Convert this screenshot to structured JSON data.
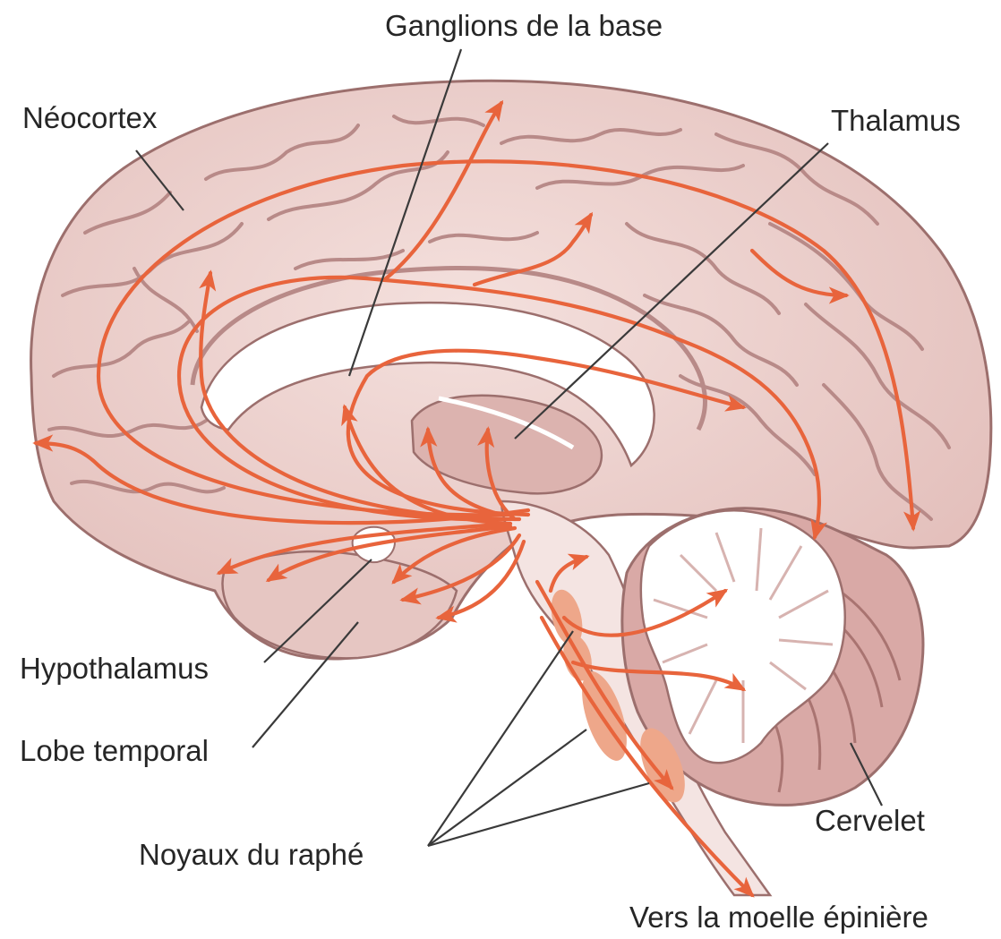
{
  "labels": {
    "basal_ganglia": "Ganglions de la base",
    "neocortex": "Néocortex",
    "thalamus": "Thalamus",
    "hypothalamus": "Hypothalamus",
    "temporal_lobe": "Lobe temporal",
    "cerebellum": "Cervelet",
    "raphe_nuclei": "Noyaux du raphé",
    "spinal_cord": "Vers la moelle épinière"
  },
  "colors": {
    "brain_fill": "#edd3d0",
    "brain_outline": "#9c6f6d",
    "gyri": "#b88a88",
    "white_matter": "#ffffff",
    "projection_arrows": "#e8643c",
    "raphe_nuclei": "#eea78a",
    "leader_lines": "#3a3a3a",
    "label_text": "#262626"
  }
}
